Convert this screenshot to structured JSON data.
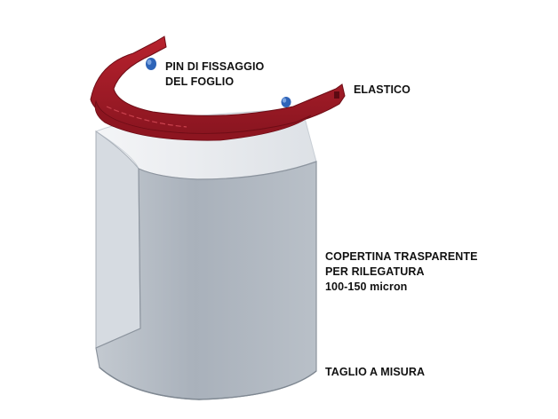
{
  "labels": {
    "pin": [
      "PIN DI FISSAGGIO",
      "DEL FOGLIO"
    ],
    "elastic": "ELASTICO",
    "cover": [
      "COPERTINA TRASPARENTE",
      "PER RILEGATURA",
      "100-150 micron"
    ],
    "cut": "TAGLIO A MISURA"
  },
  "colors": {
    "headband": "#a11a25",
    "headband_dark": "#6e0d16",
    "pin": "#2e64b8",
    "shield_back": "#e7eaee",
    "shield_front": "#b2bac4",
    "shield_edge": "#8c949e"
  }
}
